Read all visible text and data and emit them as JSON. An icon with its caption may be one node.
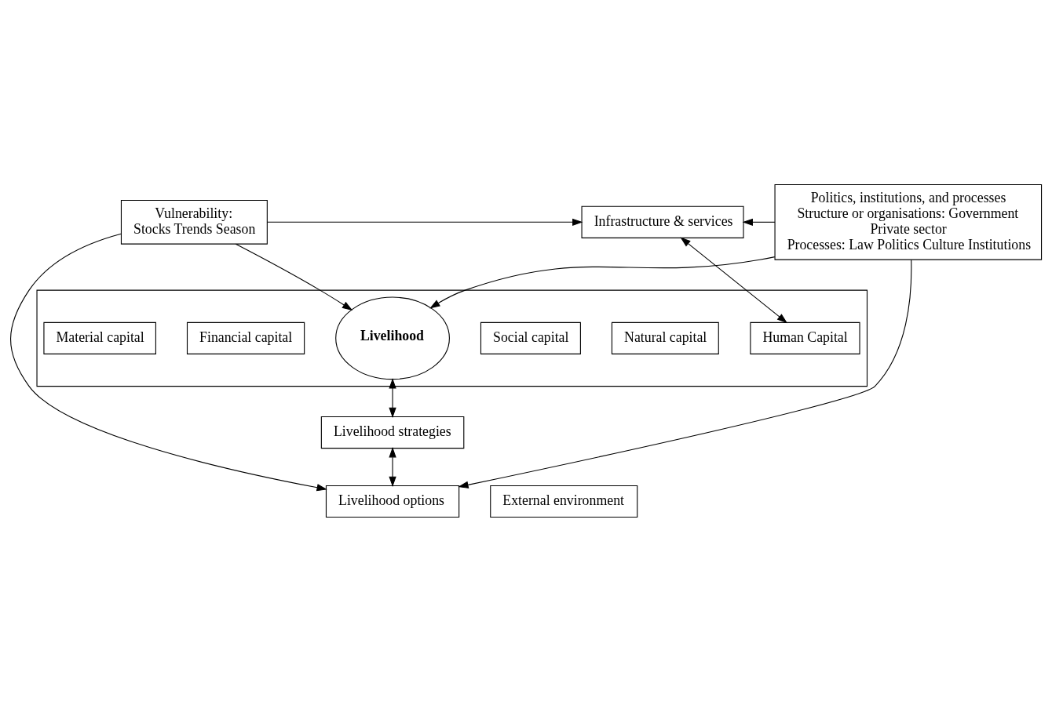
{
  "diagram": {
    "nodes": [
      {
        "text": [
          "Infrastructure & services"
        ]
      },
      {
        "text": [
          "Vulnerability:",
          "Stocks Trends Season"
        ]
      },
      {
        "text": [],
        "shape": "box"
      },
      {
        "text": [
          "Human Capital"
        ],
        "in": 2
      },
      {
        "text": [
          "Natural capital"
        ],
        "in": 2
      },
      {
        "text": [
          "Social capital"
        ],
        "in": 2
      },
      {
        "text": [
          "Livelihood"
        ],
        "in": 2
      },
      {
        "text": [
          "Financial capital"
        ],
        "in": 2
      },
      {
        "text": [
          "Material capital"
        ],
        "in": 2
      },
      {
        "text": [
          "Politics, institutions, and processes",
          "Structure or organisations: Government",
          "Private sector",
          "Processes: Law Politics Culture Institutions"
        ]
      },
      {
        "text": [
          "Livelihood strategies"
        ]
      },
      {
        "text": [
          "External environment"
        ]
      },
      {
        "text": [
          "Livelihood options"
        ]
      }
    ],
    "edges": [
      {
        "from": 1,
        "to": 0,
        "arrow": "to"
      },
      {
        "from": 9,
        "to": 0,
        "arrow": "to"
      },
      {
        "from": 0,
        "to": 3,
        "arrow": "both"
      },
      {
        "from": 1,
        "to": 6,
        "arrow": "to"
      },
      {
        "from": 9,
        "to": 6,
        "arrow": "to"
      },
      {
        "from": 6,
        "to": 10,
        "arrow": "both"
      },
      {
        "from": 10,
        "to": 12,
        "arrow": "both"
      },
      {
        "from": 1,
        "to": 12,
        "arrow": "to"
      },
      {
        "from": 9,
        "to": 12,
        "arrow": "to"
      }
    ]
  }
}
